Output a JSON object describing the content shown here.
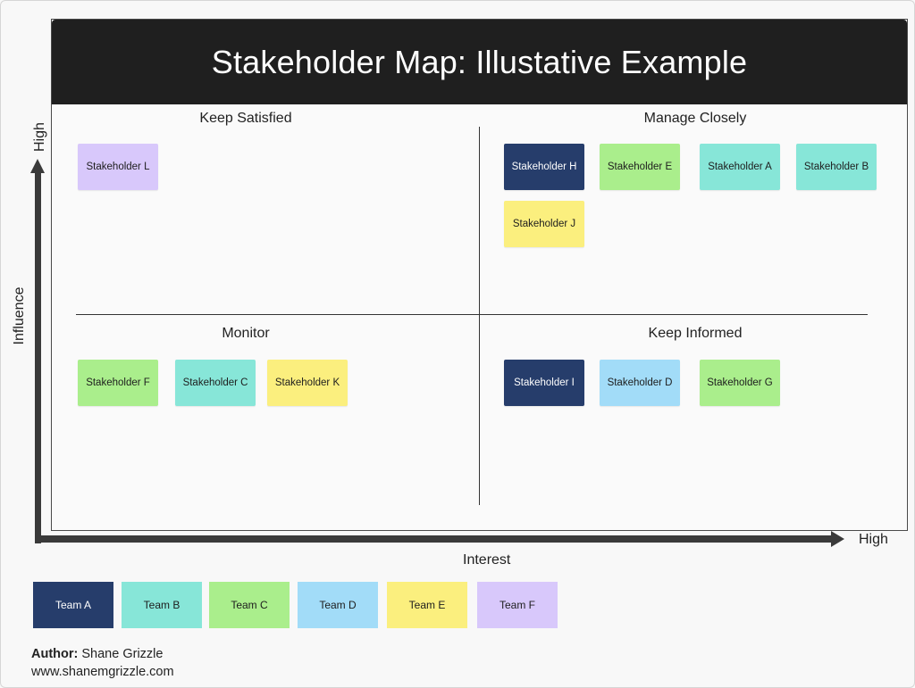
{
  "title": "Stakeholder Map: Illustative Example",
  "quadrants": {
    "top_left": "Keep Satisfied",
    "top_right": "Manage Closely",
    "bottom_left": "Monitor",
    "bottom_right": "Keep Informed"
  },
  "axes": {
    "y_label": "Influence",
    "y_high": "High",
    "x_label": "Interest",
    "x_high": "High"
  },
  "stakeholders": {
    "L": "Stakeholder L",
    "H": "Stakeholder H",
    "E": "Stakeholder E",
    "A": "Stakeholder A",
    "B": "Stakeholder B",
    "J": "Stakeholder J",
    "F": "Stakeholder F",
    "C": "Stakeholder C",
    "K": "Stakeholder K",
    "I": "Stakeholder I",
    "D": "Stakeholder D",
    "G": "Stakeholder G"
  },
  "teams": [
    {
      "label": "Team A",
      "color": "#263d6b"
    },
    {
      "label": "Team B",
      "color": "#87e6d8"
    },
    {
      "label": "Team C",
      "color": "#aaee8c"
    },
    {
      "label": "Team D",
      "color": "#a2dcf8"
    },
    {
      "label": "Team E",
      "color": "#fbef7e"
    },
    {
      "label": "Team F",
      "color": "#d8c8fb"
    }
  ],
  "author": {
    "label": "Author:",
    "name": "Shane Grizzle",
    "website": "www.shanemgrizzle.com"
  }
}
